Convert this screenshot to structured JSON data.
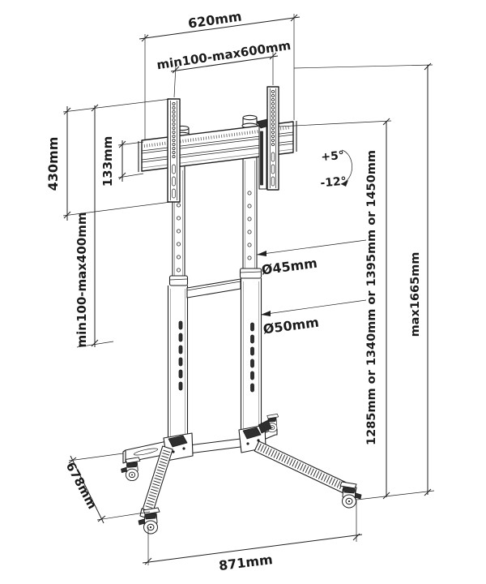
{
  "page": {
    "background": "#ffffff"
  },
  "drawing": {
    "subject": "Mobile TV floor stand with casters - technical dimension drawing",
    "line_color": "#1f1f1f",
    "dark_fill_color": "#2e2e2e",
    "text_color": "#1a1a1a"
  },
  "dimensions": {
    "bracket_total_width": "620mm",
    "vesa_width_range": "min100-max600mm",
    "bracket_height": "430mm",
    "crossbar_height": "133mm",
    "vesa_height_range": "min100-max400mm",
    "tilt_up": "+5°",
    "tilt_down": "-12°",
    "upper_column_diameter": "Ø45mm",
    "lower_column_diameter": "Ø50mm",
    "column_height_options": "1285mm or 1340mm or 1395mm or 1450mm",
    "max_total_height": "max1665mm",
    "base_width": "871mm",
    "base_depth": "678mm"
  }
}
